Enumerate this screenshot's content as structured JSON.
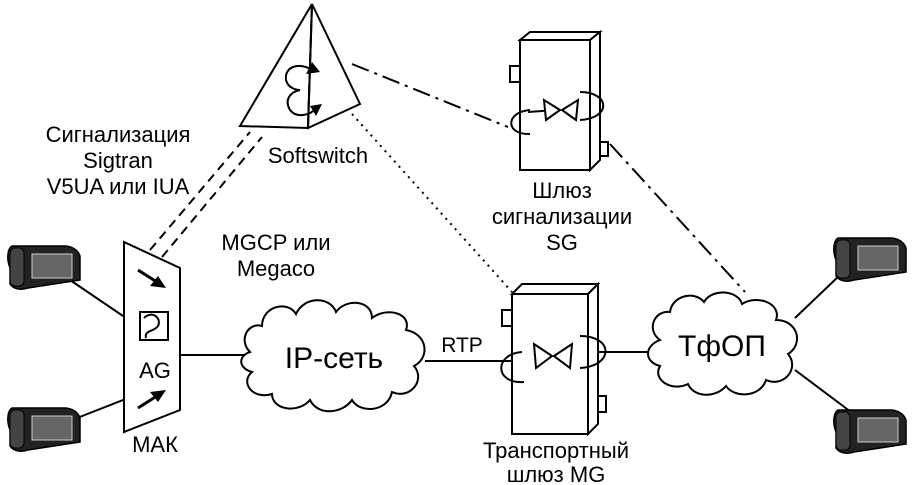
{
  "labels": {
    "signaling_line1": "Сигнализация",
    "signaling_line2": "Sigtran",
    "signaling_line3": "V5UA  или IUA",
    "softswitch": "Softswitch",
    "sg_line1": "Шлюз",
    "sg_line2": "сигнализации",
    "sg_line3": "SG",
    "mgcp_line1": "MGCP или",
    "mgcp_line2": "Megaco",
    "ag": "AG",
    "mak": "МАК",
    "ip_net": "IP-сеть",
    "rtp": "RTP",
    "pstn": "ТфОП",
    "mg_line1": "Транспортный",
    "mg_line2": "шлюз MG",
    "softswitch_glyph": "Ɛ"
  },
  "icons": {
    "phone": "telephone-icon",
    "cloud": "cloud-icon",
    "softswitch": "pyramid-icon",
    "gateway": "gateway-box-icon"
  }
}
